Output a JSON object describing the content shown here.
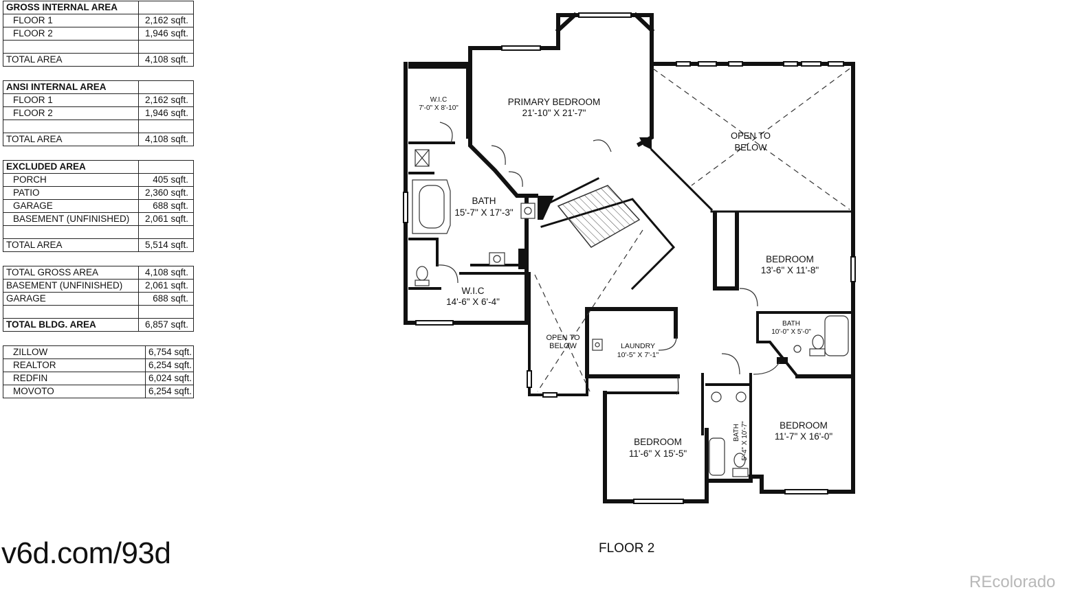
{
  "tables": [
    {
      "heading": "GROSS INTERNAL AREA",
      "rows": [
        {
          "label": "FLOOR 1",
          "value": "2,162 sqft.",
          "style": "sub"
        },
        {
          "label": "FLOOR 2",
          "value": "1,946 sqft.",
          "style": "sub"
        },
        {
          "label": "",
          "value": "",
          "style": "blank"
        },
        {
          "label": "TOTAL AREA",
          "value": "4,108 sqft.",
          "style": "plain"
        }
      ]
    },
    {
      "heading": "ANSI INTERNAL AREA",
      "rows": [
        {
          "label": "FLOOR 1",
          "value": "2,162 sqft.",
          "style": "sub"
        },
        {
          "label": "FLOOR 2",
          "value": "1,946 sqft.",
          "style": "sub"
        },
        {
          "label": "",
          "value": "",
          "style": "blank"
        },
        {
          "label": "TOTAL AREA",
          "value": "4,108 sqft.",
          "style": "plain"
        }
      ]
    },
    {
      "heading": "EXCLUDED AREA",
      "rows": [
        {
          "label": "PORCH",
          "value": "405 sqft.",
          "style": "sub"
        },
        {
          "label": "PATIO",
          "value": "2,360 sqft.",
          "style": "sub"
        },
        {
          "label": "GARAGE",
          "value": "688 sqft.",
          "style": "sub"
        },
        {
          "label": "BASEMENT (UNFINISHED)",
          "value": "2,061 sqft.",
          "style": "sub"
        },
        {
          "label": "",
          "value": "",
          "style": "blank"
        },
        {
          "label": "TOTAL AREA",
          "value": "5,514 sqft.",
          "style": "plain"
        }
      ]
    },
    {
      "heading": "",
      "rows": [
        {
          "label": "TOTAL GROSS AREA",
          "value": "4,108 sqft.",
          "style": "plain"
        },
        {
          "label": "BASEMENT (UNFINISHED)",
          "value": "2,061 sqft.",
          "style": "plain"
        },
        {
          "label": "GARAGE",
          "value": "688 sqft.",
          "style": "plain"
        },
        {
          "label": "",
          "value": "",
          "style": "blank"
        },
        {
          "label": "TOTAL BLDG. AREA",
          "value": "6,857 sqft.",
          "style": "bold"
        }
      ]
    },
    {
      "heading": "",
      "rows": [
        {
          "label": "ZILLOW",
          "value": "6,754 sqft.",
          "style": "sub"
        },
        {
          "label": "REALTOR",
          "value": "6,254 sqft.",
          "style": "sub"
        },
        {
          "label": "REDFIN",
          "value": "6,024 sqft.",
          "style": "sub"
        },
        {
          "label": "MOVOTO",
          "value": "6,254 sqft.",
          "style": "sub"
        }
      ]
    }
  ],
  "plan": {
    "floor_title": "FLOOR 2",
    "rooms": {
      "primary_bedroom": {
        "name": "PRIMARY BEDROOM",
        "size": "21'-10\" X 21'-7\""
      },
      "wic_small": {
        "name": "W.I.C",
        "size": "7'-0\" X 8'-10\""
      },
      "primary_bath": {
        "name": "BATH",
        "size": "15'-7\" X 17'-3\""
      },
      "wic_large": {
        "name": "W.I.C",
        "size": "14'-6\" X 6'-4\""
      },
      "open_below_1": {
        "line1": "OPEN TO",
        "line2": "BELOW"
      },
      "open_below_2": {
        "line1": "OPEN TO",
        "line2": "BELOW"
      },
      "bedroom_east": {
        "name": "BEDROOM",
        "size": "13'-6\" X 11'-8\""
      },
      "bath_east": {
        "name": "BATH",
        "size": "10'-0\" X 5'-0\""
      },
      "laundry": {
        "name": "LAUNDRY",
        "size": "10'-5\" X 7'-1\""
      },
      "bedroom_se": {
        "name": "BEDROOM",
        "size": "11'-7\" X 16'-0\""
      },
      "bath_small": {
        "name": "BATH",
        "size": "5'-4\" X 10'-7\""
      },
      "bedroom_south": {
        "name": "BEDROOM",
        "size": "11'-6\" X 15'-5\""
      }
    }
  },
  "footer": {
    "site_link": "v6d.com/93d",
    "watermark": "REcolorado"
  }
}
